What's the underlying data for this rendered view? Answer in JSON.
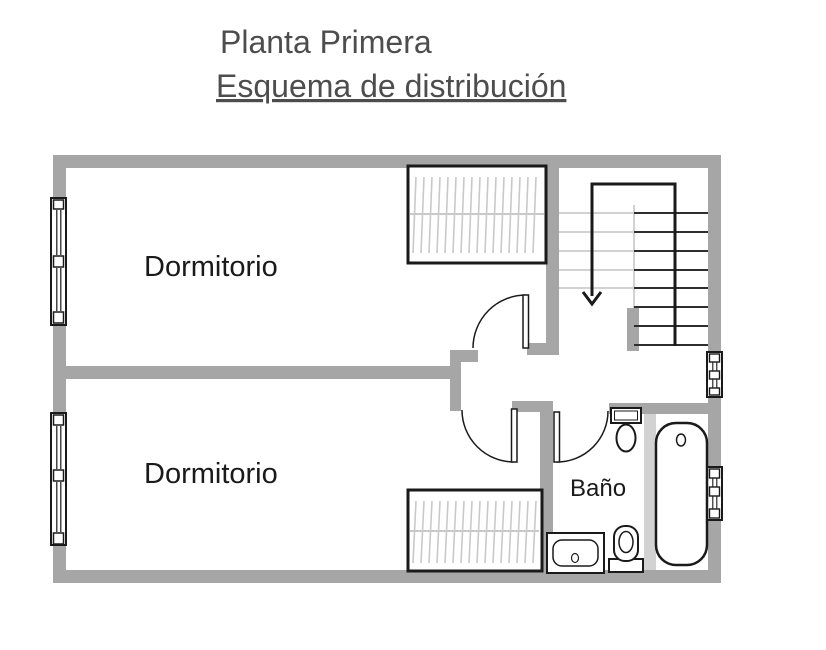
{
  "header": {
    "title_line1": "Planta Primera",
    "title_line2": "Esquema de distribución"
  },
  "floorplan": {
    "rooms": [
      {
        "id": "dormitorio-1",
        "label": "Dormitorio"
      },
      {
        "id": "dormitorio-2",
        "label": "Dormitorio"
      },
      {
        "id": "bano",
        "label": "Baño"
      }
    ],
    "symbols": {
      "stairs": "stairs-with-down-arrow",
      "wardrobes": [
        "wardrobe-hanging-rail",
        "wardrobe-hanging-rail"
      ],
      "bathroom_fixtures": [
        "toilet",
        "toilet",
        "sink",
        "bathtub"
      ],
      "windows": 4,
      "doors": 3
    },
    "colors": {
      "wall": "#a6a6a6",
      "light_detail": "#d2d2d2",
      "outline": "#1a1a1a",
      "title_text": "#4d4d4d"
    }
  }
}
